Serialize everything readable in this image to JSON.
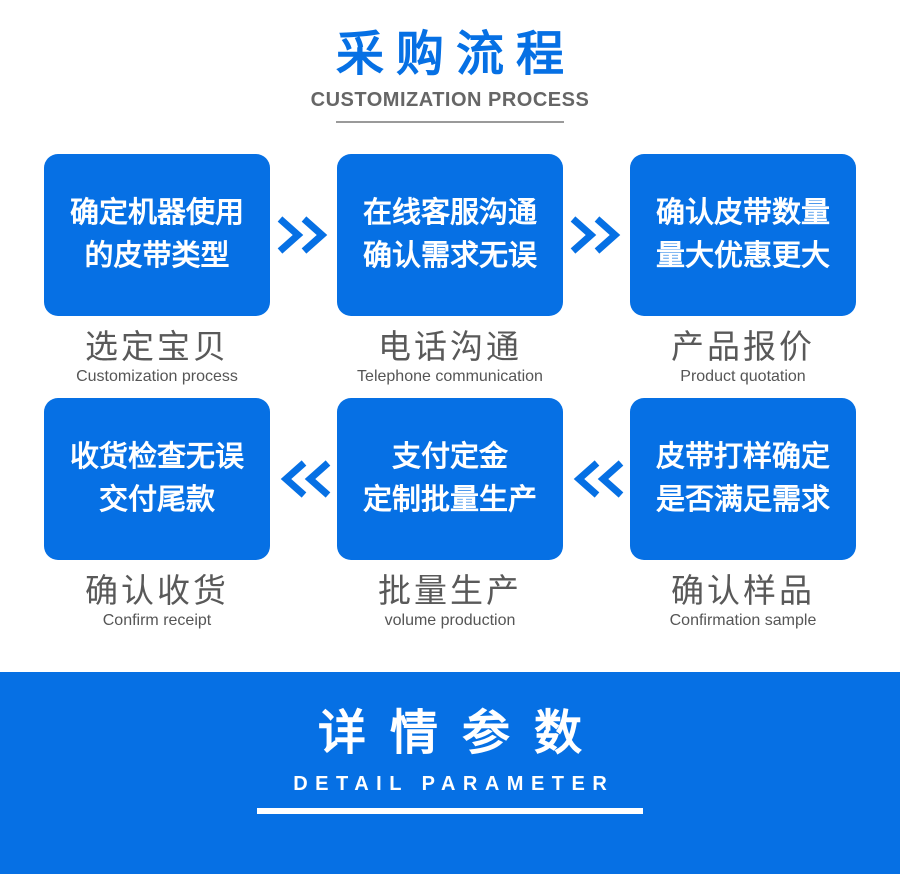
{
  "theme": {
    "accent_blue": "#0670e4",
    "caption_gray": "#595959",
    "subtitle_gray": "#666666",
    "box_text_color": "#ffffff"
  },
  "header": {
    "title": "采购流程",
    "subtitle": "CUSTOMIZATION PROCESS"
  },
  "flow": {
    "rows": [
      {
        "direction": "right",
        "steps": [
          {
            "box_line1": "确定机器使用",
            "box_line2": "的皮带类型",
            "caption": "选定宝贝",
            "caption_en": "Customization process"
          },
          {
            "box_line1": "在线客服沟通",
            "box_line2": "确认需求无误",
            "caption": "电话沟通",
            "caption_en": "Telephone communication"
          },
          {
            "box_line1": "确认皮带数量",
            "box_line2": "量大优惠更大",
            "caption": "产品报价",
            "caption_en": "Product quotation"
          }
        ]
      },
      {
        "direction": "left",
        "steps": [
          {
            "box_line1": "收货检查无误",
            "box_line2": "交付尾款",
            "caption": "确认收货",
            "caption_en": "Confirm receipt"
          },
          {
            "box_line1": "支付定金",
            "box_line2": "定制批量生产",
            "caption": "批量生产",
            "caption_en": "volume production"
          },
          {
            "box_line1": "皮带打样确定",
            "box_line2": "是否满足需求",
            "caption": "确认样品",
            "caption_en": "Confirmation sample"
          }
        ]
      }
    ]
  },
  "banner": {
    "title": "详情参数",
    "subtitle": "DETAIL PARAMETER"
  }
}
